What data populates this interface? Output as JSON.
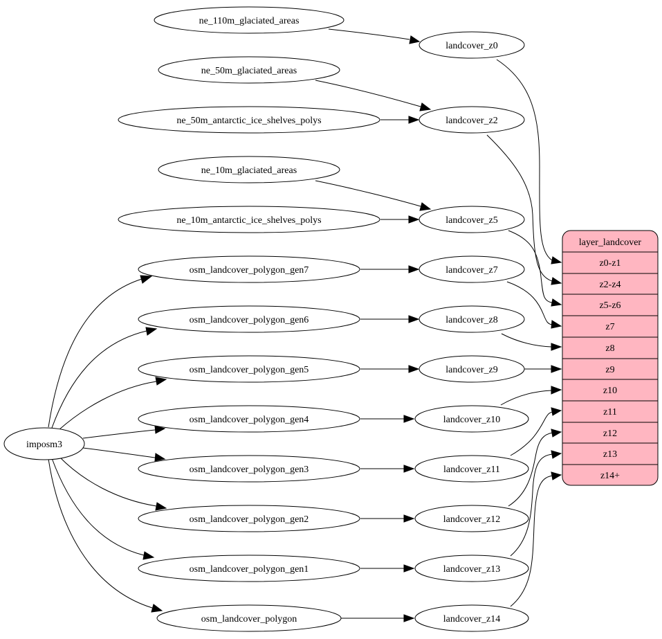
{
  "diagram": {
    "sources": {
      "ne_110m_glaciated_areas": "ne_110m_glaciated_areas",
      "ne_50m_glaciated_areas": "ne_50m_glaciated_areas",
      "ne_50m_antarctic_ice_shelves_polys": "ne_50m_antarctic_ice_shelves_polys",
      "ne_10m_glaciated_areas": "ne_10m_glaciated_areas",
      "ne_10m_antarctic_ice_shelves_polys": "ne_10m_antarctic_ice_shelves_polys",
      "imposm3": "imposm3"
    },
    "osm_tables": [
      "osm_landcover_polygon_gen7",
      "osm_landcover_polygon_gen6",
      "osm_landcover_polygon_gen5",
      "osm_landcover_polygon_gen4",
      "osm_landcover_polygon_gen3",
      "osm_landcover_polygon_gen2",
      "osm_landcover_polygon_gen1",
      "osm_landcover_polygon"
    ],
    "functions": [
      "landcover_z0",
      "landcover_z2",
      "landcover_z5",
      "landcover_z7",
      "landcover_z8",
      "landcover_z9",
      "landcover_z10",
      "landcover_z11",
      "landcover_z12",
      "landcover_z13",
      "landcover_z14"
    ],
    "layer": {
      "title": "layer_landcover",
      "zooms": [
        "z0-z1",
        "z2-z4",
        "z5-z6",
        "z7",
        "z8",
        "z9",
        "z10",
        "z11",
        "z12",
        "z13",
        "z14+"
      ],
      "fill_color": "#ffb6c1"
    },
    "edge_color": "#000000",
    "node_fill": "#ffffff"
  }
}
